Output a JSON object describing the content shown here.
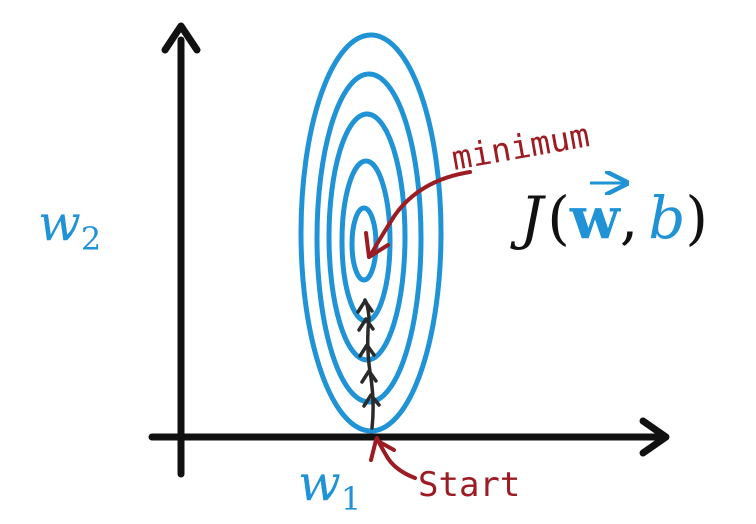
{
  "axes": {
    "x_label": {
      "base": "w",
      "sub": "1"
    },
    "y_label": {
      "base": "w",
      "sub": "2"
    }
  },
  "function_label": {
    "func": "J",
    "open_paren": "(",
    "vector_var": "w",
    "separator": ",",
    "scalar_var": "b",
    "close_paren": ")"
  },
  "annotations": {
    "minimum": "minimum",
    "start": "Start"
  },
  "colors": {
    "axis": "#111111",
    "contour": "#1f93d6",
    "label_blue": "#1f93d6",
    "annotation": "#9b1c22",
    "path_arrows": "#2a2a2a"
  }
}
